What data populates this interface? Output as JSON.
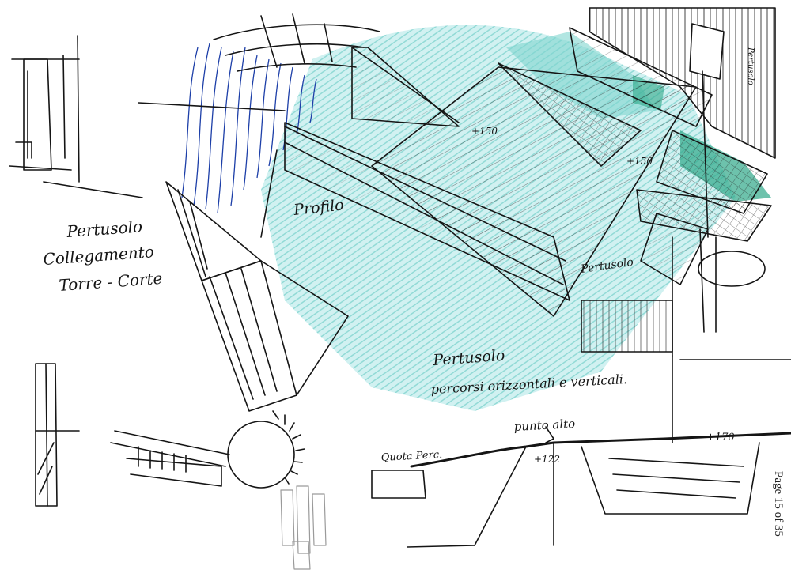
{
  "labels": {
    "top_note": [
      "Pertusolo",
      "Collegamento",
      "Torre - Corte"
    ],
    "profilo": "Profilo",
    "level_150_a": "+150",
    "level_150_b": "+150",
    "level_122": "+122",
    "level_170": "+170",
    "bottom_note": [
      "Pertusolo",
      "percorsi orizzontali e verticali."
    ],
    "punto_alto": "punto alto",
    "quota_perc": "Quota Perc.",
    "pertusolo_right": "Pertusolo",
    "edge_text": "Pertusolo"
  },
  "page": {
    "number": "Page 15 of 35"
  },
  "colors": {
    "ink": "#151515",
    "teal_wash": "#a9e3e1",
    "green_wash": "#2fa889",
    "blue_pencil": "#1d3fa8",
    "grey_pencil": "#9a9a9a"
  }
}
